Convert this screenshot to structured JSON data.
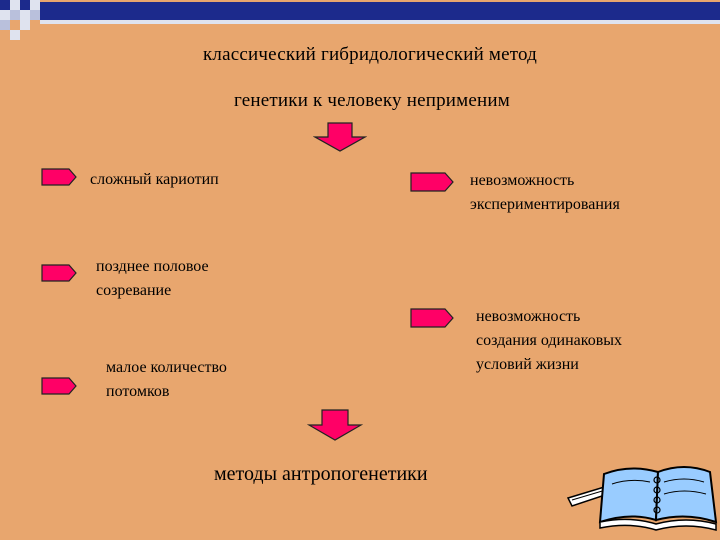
{
  "title": {
    "line1": "классический гибридологический метод",
    "line2": "генетики к человеку неприменим"
  },
  "items_left": [
    {
      "lines": [
        "сложный кариотип"
      ]
    },
    {
      "lines": [
        "позднее половое",
        "созревание"
      ]
    },
    {
      "lines": [
        "малое количество",
        "потомков"
      ]
    }
  ],
  "items_right": [
    {
      "lines": [
        "невозможность",
        "экспериментирования"
      ]
    },
    {
      "lines": [
        "невозможность",
        "создания одинаковых",
        "условий жизни"
      ]
    }
  ],
  "conclusion": "методы антропогенетики",
  "colors": {
    "background": "#e8a66e",
    "arrow_fill": "#ff0066",
    "deco_blue": "#1c2a8c",
    "deco_light": "#dfe3ef",
    "book_fill": "#99ccff"
  },
  "icons": [
    "arrow-right-icon",
    "arrow-down-icon",
    "open-book-icon"
  ]
}
